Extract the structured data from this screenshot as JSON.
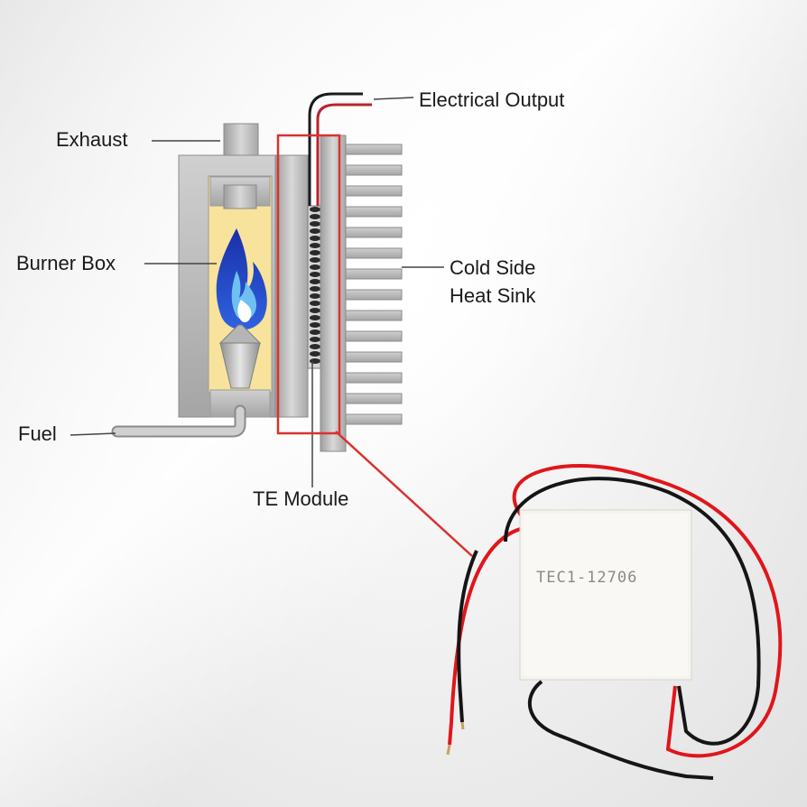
{
  "labels": {
    "electrical_output": "Electrical Output",
    "exhaust": "Exhaust",
    "burner_box": "Burner Box",
    "cold_side_line1": "Cold Side",
    "cold_side_line2": "Heat Sink",
    "fuel": "Fuel",
    "te_module": "TE Module"
  },
  "module_part_number": "TEC1-12706",
  "colors": {
    "highlight": "#d9322e",
    "wire_red": "#e0161b",
    "wire_black": "#151515",
    "metal": "#bdbdbd",
    "burner_interior": "#f7e39c",
    "flame_outer": "#1f3fc2",
    "flame_inner": "#5fb8f0"
  }
}
